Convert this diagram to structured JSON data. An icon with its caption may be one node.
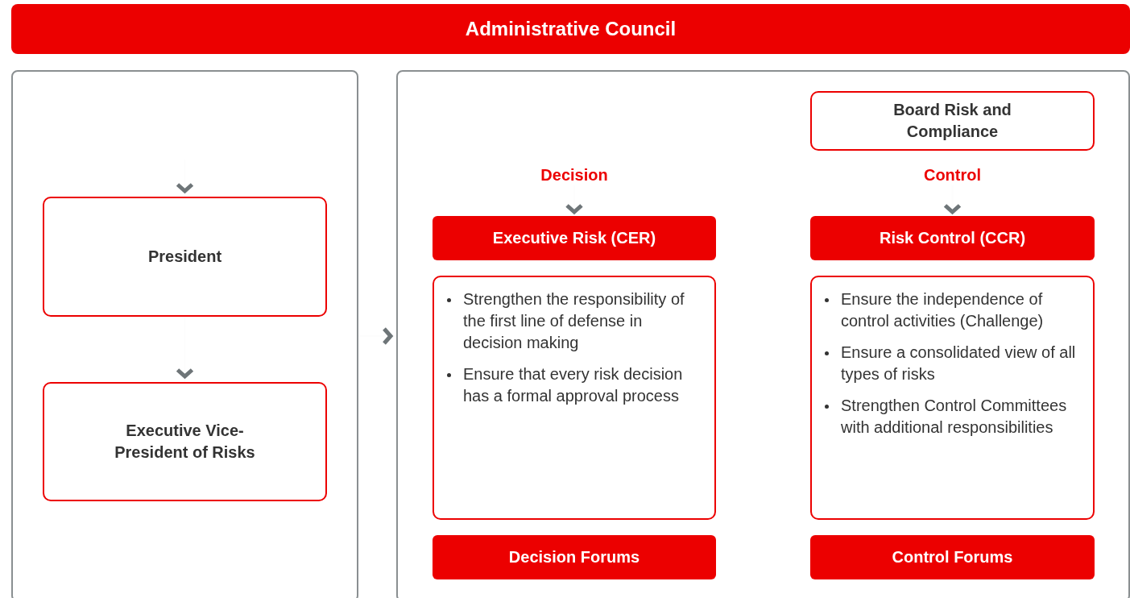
{
  "diagram": {
    "nodes": [
      {
        "text": [
          "Administrative Council"
        ]
      },
      {
        "text": [],
        "shape": "box"
      },
      {
        "text": [
          "President"
        ],
        "in": 1
      },
      {
        "text": [
          "Executive Vice-President of Risks"
        ],
        "in": 1
      },
      {
        "text": [],
        "shape": "box"
      },
      {
        "text": [
          "Board Risk and Compliance"
        ],
        "in": 4
      },
      {
        "text": [
          "Decision"
        ],
        "in": 4
      },
      {
        "text": [
          "Control"
        ],
        "in": 4
      },
      {
        "text": [
          "Executive Risk (CER)"
        ],
        "in": 4
      },
      {
        "text": [
          "Risk Control (CCR)"
        ],
        "in": 4
      },
      {
        "text": [
          "Strengthen the responsibility of the first line of defense in decision making",
          "Ensure that every risk decision has a formal approval process"
        ],
        "in": 4
      },
      {
        "text": [
          "Ensure the independence of control activities (Challenge)",
          "Ensure a consolidated view of all types of risks",
          "Strengthen Control Committees with additional responsibilities"
        ],
        "in": 4
      },
      {
        "text": [
          "Decision Forums"
        ],
        "in": 4
      },
      {
        "text": [
          "Control Forums"
        ],
        "in": 4
      }
    ],
    "edges": [
      {
        "from": null,
        "to": 2,
        "arrow": "to"
      },
      {
        "from": 2,
        "to": 3,
        "arrow": "to"
      },
      {
        "from": 1,
        "to": 4,
        "arrow": "to"
      },
      {
        "from": 6,
        "to": 8,
        "arrow": "to"
      },
      {
        "from": 7,
        "to": 9,
        "arrow": "to"
      }
    ]
  }
}
